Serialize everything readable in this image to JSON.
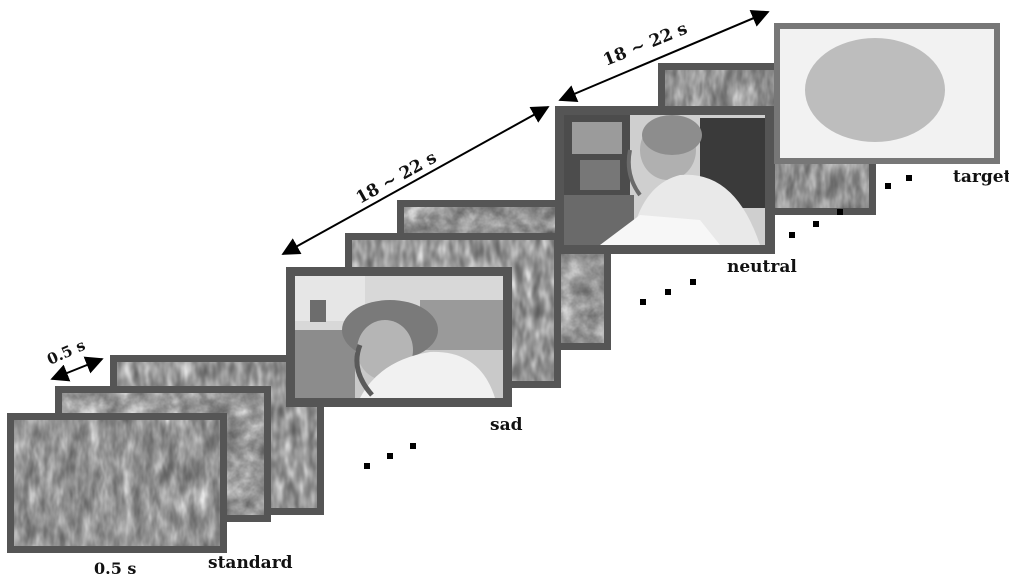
{
  "labels": {
    "standard_duration": "0.5 s",
    "standard_interval": "0.5 s",
    "standard": "standard",
    "sad": "sad",
    "neutral": "neutral",
    "target": "target",
    "interval_sad": "18 ~ 22 s",
    "interval_neutral": "18 ~ 22 s"
  },
  "colors": {
    "frame_border": "#555555",
    "noise_light": "#d8d8d8",
    "noise_dark": "#8a8a8a",
    "target_bg": "#f2f2f2",
    "target_ellipse": "#bdbdbd",
    "arrow": "#000000"
  },
  "frames": [
    {
      "id": "standard-1",
      "kind": "noise"
    },
    {
      "id": "standard-2",
      "kind": "noise"
    },
    {
      "id": "standard-3",
      "kind": "noise"
    },
    {
      "id": "sad-noise-1",
      "kind": "noise"
    },
    {
      "id": "sad-noise-2",
      "kind": "noise"
    },
    {
      "id": "sad-photo",
      "kind": "photo"
    },
    {
      "id": "neutral-noise",
      "kind": "noise"
    },
    {
      "id": "neutral-photo",
      "kind": "photo"
    },
    {
      "id": "target",
      "kind": "target"
    }
  ]
}
